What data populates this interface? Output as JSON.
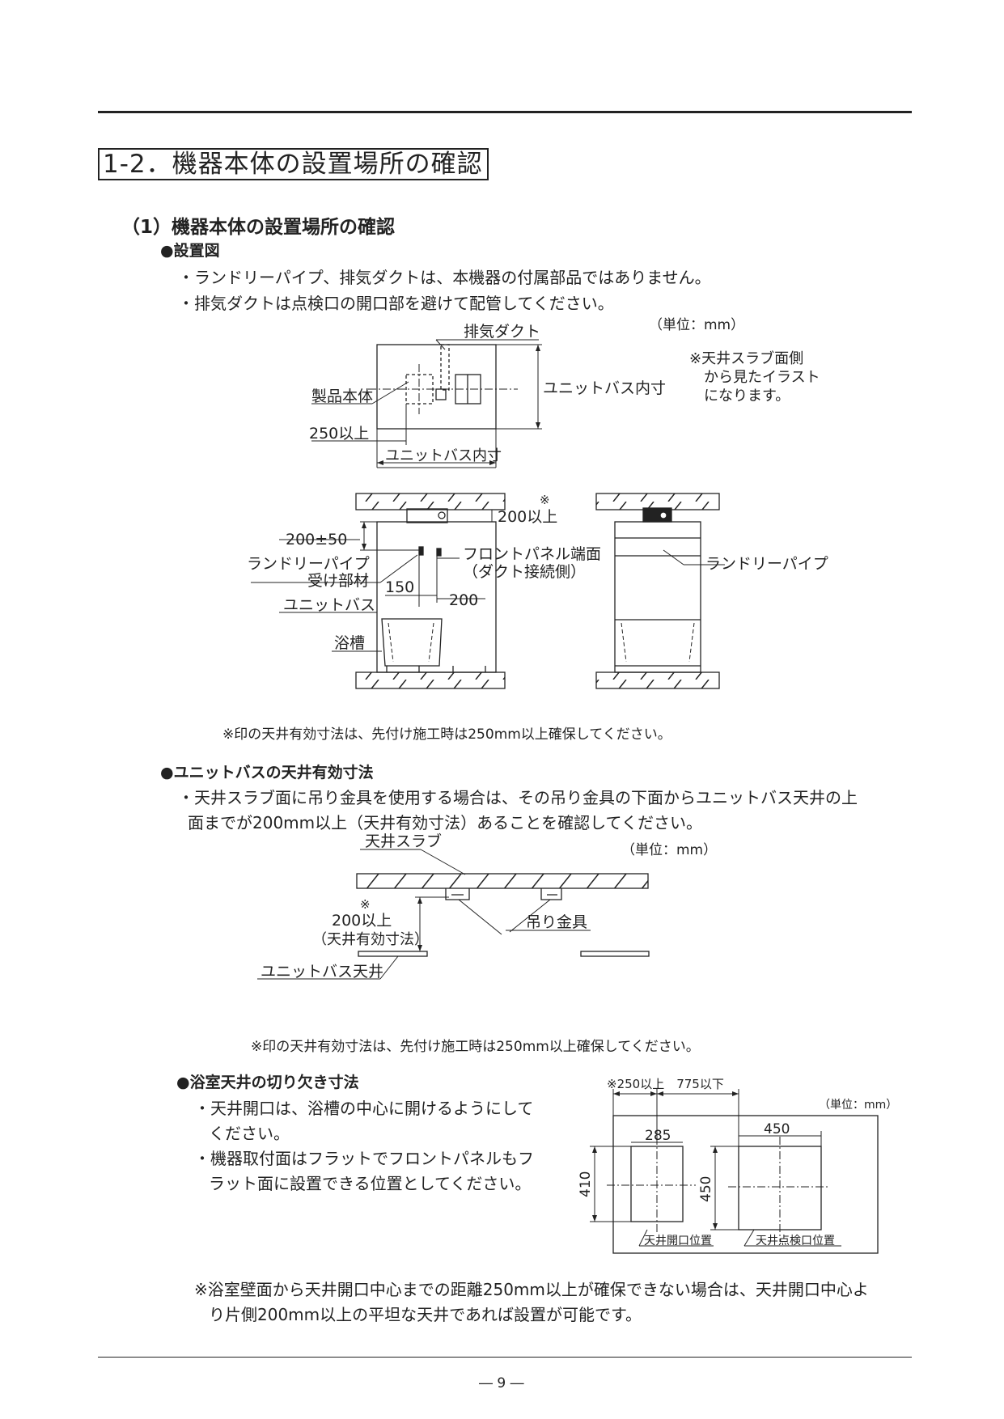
{
  "section": {
    "heading": "1-2．機器本体の設置場所の確認",
    "subheading": "（1）機器本体の設置場所の確認"
  },
  "install_diagram": {
    "heading": "●設置図",
    "notes": [
      "・ランドリーパイプ、排気ダクトは、本機器の付属部品ではありません。",
      "・排気ダクトは点検口の開口部を避けて配管してください。"
    ],
    "unit": "（単位：mm）",
    "labels": {
      "exhaust_duct": "排気ダクト",
      "unit_bath_inner_1": "ユニットバス内寸",
      "unit_bath_inner_2": "ユニットバス内寸",
      "product_body": "製品本体",
      "min_250": "250以上",
      "ceiling_view_note": [
        "※天井スラブ面側",
        "から見たイラスト",
        "になります。"
      ],
      "asterisk": "※",
      "min_200": "200以上",
      "dim_200_50": "200±50",
      "laundry_pipe_support": [
        "ランドリーパイプ",
        "受け部材"
      ],
      "front_panel_edge": [
        "フロントパネル端面",
        "（ダクト接続側）"
      ],
      "dim_150": "150",
      "dim_200": "200",
      "unit_bath": "ユニットバス",
      "bathtub": "浴槽",
      "laundry_pipe": "ランドリーパイプ"
    },
    "footnote": "※印の天井有効寸法は、先付け施工時は250mm以上確保してください。"
  },
  "ceiling_clearance": {
    "heading": "●ユニットバスの天井有効寸法",
    "text": [
      "・天井スラブ面に吊り金具を使用する場合は、その吊り金具の下面からユニットバス天井の上",
      "面までが200mm以上（天井有効寸法）あることを確認してください。"
    ],
    "unit": "（単位：mm）",
    "labels": {
      "ceiling_slab": "天井スラブ",
      "asterisk": "※",
      "min_200": "200以上",
      "effective": "（天井有効寸法）",
      "hanger": "吊り金具",
      "unit_bath_ceiling": "ユニットバス天井"
    },
    "footnote": "※印の天井有効寸法は、先付け施工時は250mm以上確保してください。"
  },
  "cutout": {
    "heading": "●浴室天井の切り欠き寸法",
    "text": [
      "・天井開口は、浴槽の中心に開けるようにして",
      "ください。",
      "・機器取付面はフラットでフロントパネルもフ",
      "ラット面に設置できる位置としてください。"
    ],
    "unit": "（単位：mm）",
    "labels": {
      "top_dims": "※250以上　775以下",
      "w285": "285",
      "w450": "450",
      "h410": "410",
      "h450": "450",
      "opening": "天井開口位置",
      "inspection": "天井点検口位置"
    },
    "footnote": [
      "※浴室壁面から天井開口中心までの距離250mm以上が確保できない場合は、天井開口中心よ",
      "り片側200mm以上の平坦な天井であれば設置が可能です。"
    ]
  },
  "page_number": "― 9 ―"
}
